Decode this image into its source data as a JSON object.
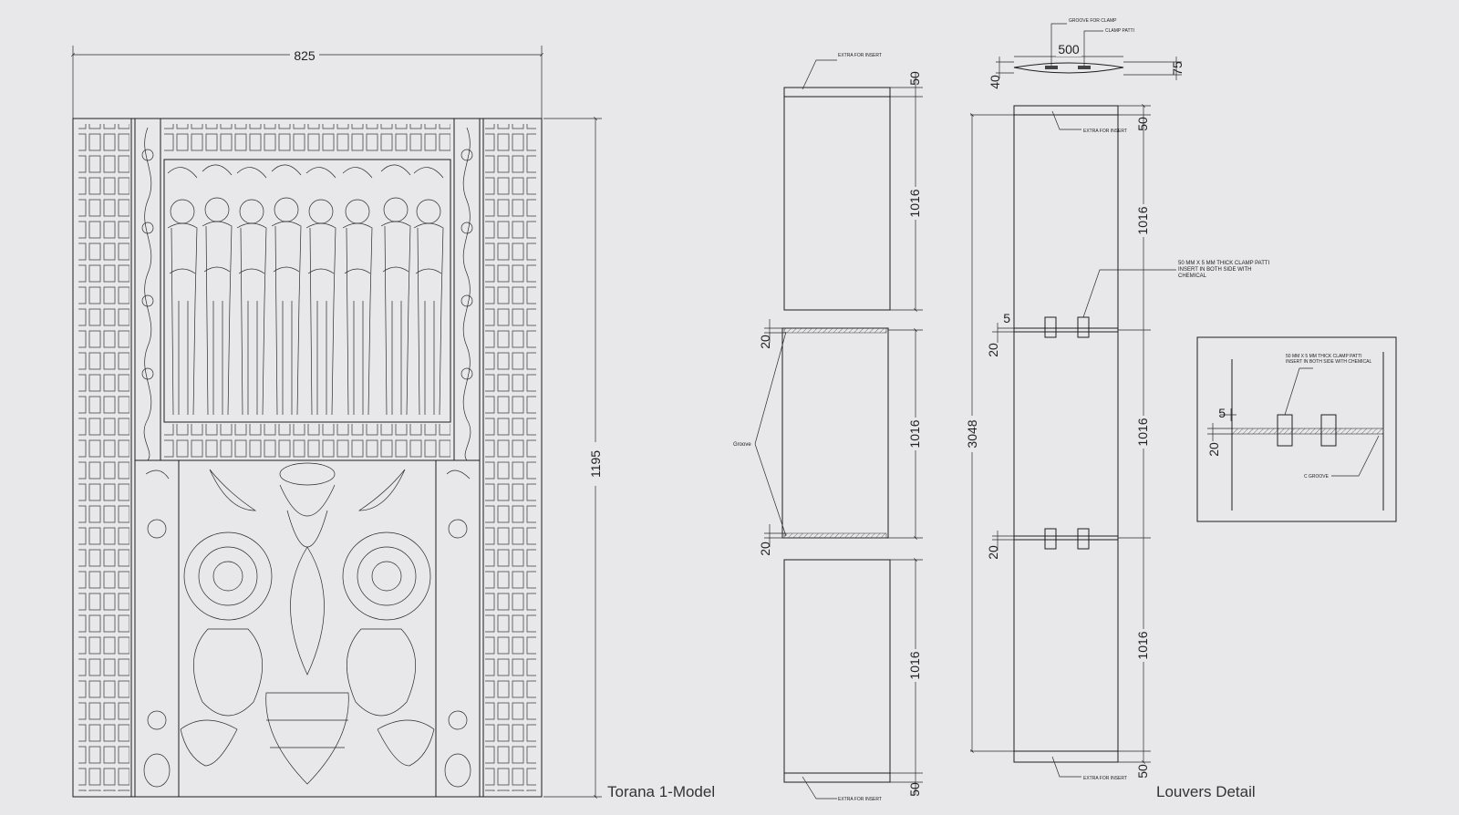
{
  "torana": {
    "title": "Torana 1-Model",
    "width_dim": "825",
    "height_dim": "1195"
  },
  "panels": {
    "upper_top": "50",
    "upper_height": "1016",
    "middle_top": "20",
    "middle_height": "1016",
    "middle_bottom": "20",
    "lower_height": "1016",
    "lower_bottom": "50",
    "groove_label": "Groove",
    "extra_insert_top": "EXTRA FOR INSERT",
    "extra_insert_bottom": "EXTRA FOR INSERT"
  },
  "louvers": {
    "title": "Louvers Detail",
    "plan_width": "500",
    "plan_left": "40",
    "plan_right": "75",
    "groove_clamp": "GROOVE FOR CLAMP",
    "clamp_patti": "CLAMP PATTI",
    "total_height": "3048",
    "top_extra": "50",
    "seg1": "1016",
    "seg2": "1016",
    "seg3": "1016",
    "bottom_extra": "50",
    "gap_dim": "5",
    "joint1": "20",
    "joint2": "20",
    "extra_top": "EXTRA FOR INSERT",
    "extra_bottom": "EXTRA FOR INSERT",
    "clamp_note": "50 MM X 5 MM THICK CLAMP PATTI INSERT IN BOTH SIDE WITH CHEMICAL"
  },
  "detail": {
    "clamp_note": "50 MM X 5 MM THICK CLAMP PATTI INSERT IN BOTH SIDE WITH CHEMICAL",
    "gap": "5",
    "joint": "20",
    "c_groove": "C GROOVE"
  }
}
